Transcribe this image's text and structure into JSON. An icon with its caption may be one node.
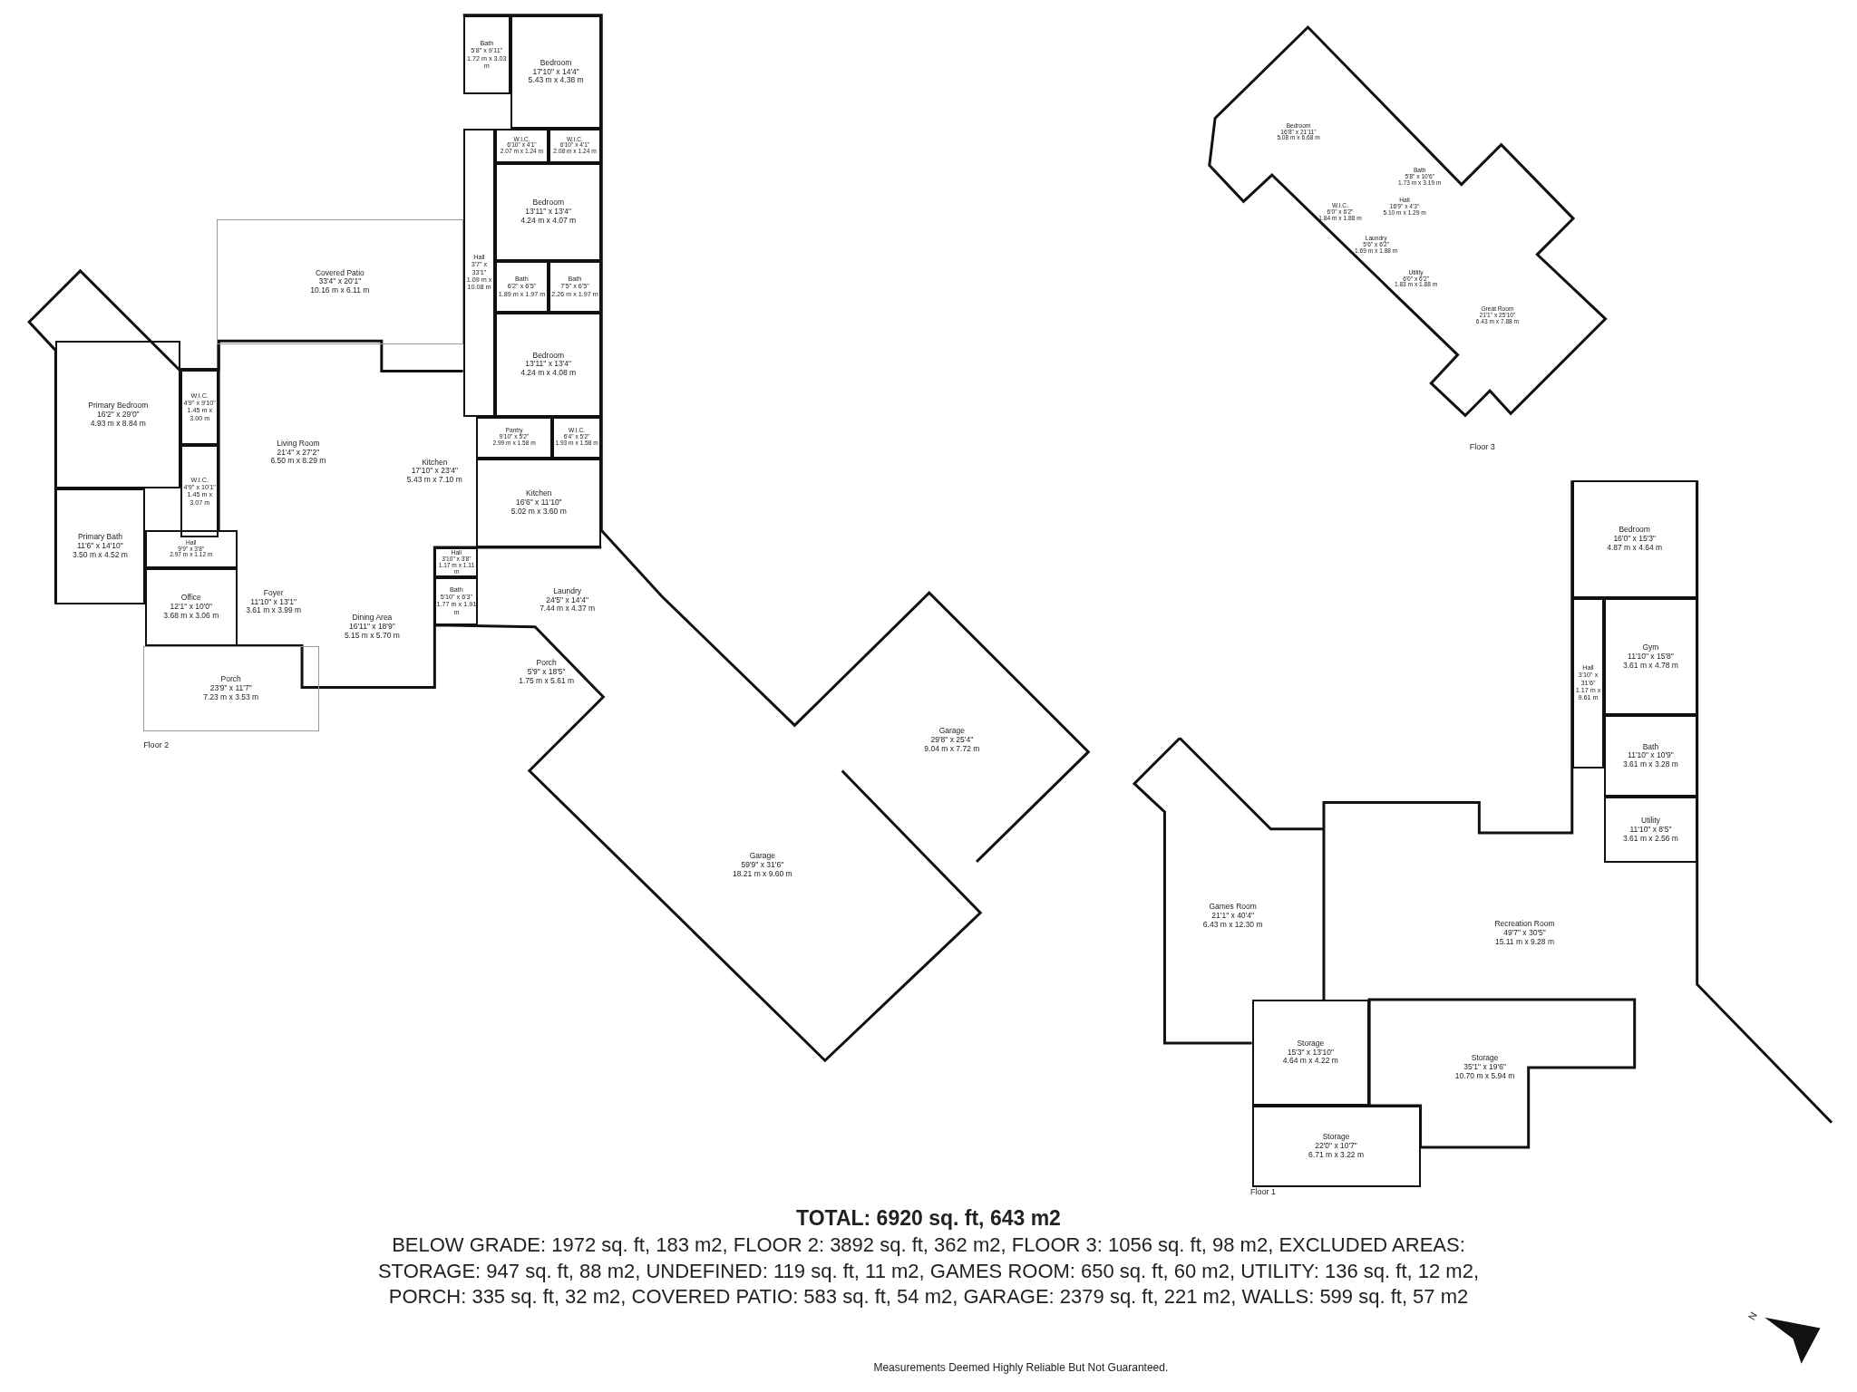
{
  "diagram": {
    "nodes": [
      {
        "text": [
          "Bath",
          "5'8\" x 9'11\"",
          "1.72 m x 3.03 m"
        ]
      },
      {
        "text": [
          "Bedroom",
          "17'10\" x 14'4\"",
          "5.43 m x 4.38 m"
        ]
      },
      {
        "text": [
          "W.I.C.",
          "6'10\" x 4'1\"",
          "2.07 m x 1.24 m"
        ]
      },
      {
        "text": [
          "W.I.C.",
          "6'10\" x 4'1\"",
          "2.08 m x 1.24 m"
        ]
      },
      {
        "text": [
          "Bedroom",
          "13'11\" x 13'4\"",
          "4.24 m x 4.07 m"
        ]
      },
      {
        "text": [
          "Covered Patio",
          "33'4\" x 20'1\"",
          "10.16 m x 6.11 m"
        ]
      },
      {
        "text": [
          "Hall",
          "3'7\" x 33'1\"",
          "1.09 m x 10.08 m"
        ]
      },
      {
        "text": [
          "Bath",
          "6'2\" x 6'5\"",
          "1.89 m x 1.97 m"
        ]
      },
      {
        "text": [
          "Bath",
          "7'5\" x 6'5\"",
          "2.26 m x 1.97 m"
        ]
      },
      {
        "text": [
          "Bedroom",
          "13'11\" x 13'4\"",
          "4.24 m x 4.08 m"
        ]
      },
      {
        "text": [
          "Primary Bedroom",
          "16'2\" x 29'0\"",
          "4.93 m x 8.84 m"
        ]
      },
      {
        "text": [
          "W.I.C.",
          "4'9\" x 9'10\"",
          "1.45 m x 3.00 m"
        ]
      },
      {
        "text": [
          "Living Room",
          "21'4\" x 27'2\"",
          "6.50 m x 8.29 m"
        ]
      },
      {
        "text": [
          "Kitchen",
          "17'10\" x 23'4\"",
          "5.43 m x 7.10 m"
        ]
      },
      {
        "text": [
          "Pantry",
          "9'10\" x 5'2\"",
          "2.99 m x 1.58 m"
        ]
      },
      {
        "text": [
          "W.I.C.",
          "6'4\" x 5'2\"",
          "1.93 m x 1.58 m"
        ]
      },
      {
        "text": [
          "W.I.C.",
          "4'9\" x 10'1\"",
          "1.45 m x 3.07 m"
        ]
      },
      {
        "text": [
          "Kitchen",
          "16'6\" x 11'10\"",
          "5.02 m x 3.60 m"
        ]
      },
      {
        "text": [
          "Primary Bath",
          "11'6\" x 14'10\"",
          "3.50 m x 4.52 m"
        ]
      },
      {
        "text": [
          "Hall",
          "9'9\" x 3'8\"",
          "2.97 m x 1.12 m"
        ]
      },
      {
        "text": [
          "Foyer",
          "11'10\" x 13'1\"",
          "3.61 m x 3.99 m"
        ]
      },
      {
        "text": [
          "Hall",
          "3'10\" x 3'8\"",
          "1.17 m x 1.11 m"
        ]
      },
      {
        "text": [
          "Office",
          "12'1\" x 10'0\"",
          "3.68 m x 3.06 m"
        ]
      },
      {
        "text": [
          "Bath",
          "5'10\" x 6'3\"",
          "1.77 m x 1.91 m"
        ]
      },
      {
        "text": [
          "Laundry",
          "24'5\" x 14'4\"",
          "7.44 m x 4.37 m"
        ]
      },
      {
        "text": [
          "Dining Area",
          "16'11\" x 18'9\"",
          "5.15 m x 5.70 m"
        ]
      },
      {
        "text": [
          "Porch",
          "23'9\" x 11'7\"",
          "7.23 m x 3.53 m"
        ]
      },
      {
        "text": [
          "Porch",
          "5'9\" x 18'5\"",
          "1.75 m x 5.61 m"
        ]
      },
      {
        "text": [
          "Garage",
          "29'8\" x 25'4\"",
          "9.04 m x 7.72 m"
        ]
      },
      {
        "text": [
          "Garage",
          "59'9\" x 31'6\"",
          "18.21 m x 9.60 m"
        ]
      },
      {
        "text": [
          "Bedroom",
          "16'8\" x 21'11\"",
          "5.08 m x 6.68 m"
        ]
      },
      {
        "text": [
          "Bath",
          "5'8\" x 10'6\"",
          "1.73 m x 3.19 m"
        ]
      },
      {
        "text": [
          "W.I.C.",
          "6'0\" x 6'2\"",
          "1.84 m x 1.88 m"
        ]
      },
      {
        "text": [
          "Hall",
          "16'9\" x 4'3\"",
          "5.10 m x 1.29 m"
        ]
      },
      {
        "text": [
          "Laundry",
          "5'6\" x 6'2\"",
          "1.69 m x 1.88 m"
        ]
      },
      {
        "text": [
          "Utility",
          "6'0\" x 6'2\"",
          "1.83 m x 1.88 m"
        ]
      },
      {
        "text": [
          "Great Room",
          "21'1\" x 25'10\"",
          "6.43 m x 7.88 m"
        ]
      },
      {
        "text": [
          "Bedroom",
          "16'0\" x 15'3\"",
          "4.87 m x 4.64 m"
        ]
      },
      {
        "text": [
          "Gym",
          "11'10\" x 15'8\"",
          "3.61 m x 4.78 m"
        ]
      },
      {
        "text": [
          "Hall",
          "3'10\" x 31'6\"",
          "1.17 m x 9.61 m"
        ]
      },
      {
        "text": [
          "Bath",
          "11'10\" x 10'9\"",
          "3.61 m x 3.28 m"
        ]
      },
      {
        "text": [
          "Utility",
          "11'10\" x 8'5\"",
          "3.61 m x 2.56 m"
        ]
      },
      {
        "text": [
          "Games Room",
          "21'1\" x 40'4\"",
          "6.43 m x 12.30 m"
        ]
      },
      {
        "text": [
          "Recreation Room",
          "49'7\" x 30'5\"",
          "15.11 m x 9.28 m"
        ]
      },
      {
        "text": [
          "Storage",
          "15'3\" x 13'10\"",
          "4.64 m x 4.22 m"
        ]
      },
      {
        "text": [
          "Storage",
          "35'1\" x 19'6\"",
          "10.70 m x 5.94 m"
        ]
      },
      {
        "text": [
          "Storage",
          "22'0\" x 10'7\"",
          "6.71 m x 3.22 m"
        ]
      }
    ],
    "labels": [
      "Floor 2",
      "Floor 3",
      "Floor 1",
      "TOTAL: 6920 sq. ft, 643 m2",
      "BELOW GRADE: 1972 sq. ft, 183 m2, FLOOR 2: 3892 sq. ft, 362 m2, FLOOR 3: 1056 sq. ft, 98 m2, EXCLUDED AREAS: STORAGE: 947 sq. ft, 88 m2, UNDEFINED: 119 sq. ft, 11 m2, GAMES ROOM: 650 sq. ft, 60 m2, UTILITY: 136 sq. ft, 12 m2, PORCH: 335 sq. ft, 32 m2, COVERED PATIO: 583 sq. ft, 54 m2, GARAGE: 2379 sq. ft, 221 m2, WALLS: 599 sq. ft, 57 m2",
      "N",
      "Measurements Deemed Highly Reliable But Not Guaranteed."
    ]
  }
}
